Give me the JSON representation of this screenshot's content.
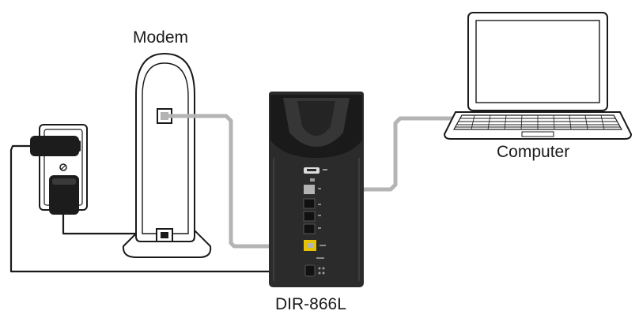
{
  "labels": {
    "modem": "Modem",
    "computer": "Computer",
    "router": "DIR-866L"
  },
  "colors": {
    "outline": "#1a1a1a",
    "cable_gray": "#b4b4b4",
    "router_body": "#2b2b2b",
    "router_port_highlight": "#e8c400",
    "background": "#ffffff"
  },
  "icons": [
    "wall-outlet-icon",
    "power-adapter-icon",
    "modem-icon",
    "router-icon",
    "laptop-icon"
  ]
}
